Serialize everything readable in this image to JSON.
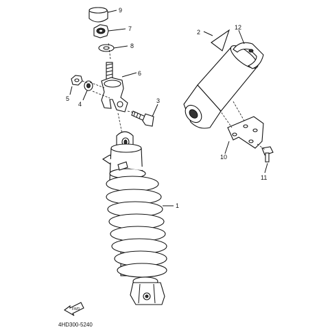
{
  "callouts": [
    {
      "id": "1",
      "label": "1"
    },
    {
      "id": "2",
      "label": "2"
    },
    {
      "id": "3",
      "label": "3"
    },
    {
      "id": "4",
      "label": "4"
    },
    {
      "id": "5",
      "label": "5"
    },
    {
      "id": "6",
      "label": "6"
    },
    {
      "id": "7",
      "label": "7"
    },
    {
      "id": "8",
      "label": "8"
    },
    {
      "id": "9",
      "label": "9"
    },
    {
      "id": "10",
      "label": "10"
    },
    {
      "id": "11",
      "label": "11"
    },
    {
      "id": "12",
      "label": "12"
    }
  ],
  "front_arrow_label": "FWD",
  "diagram_code": "4HD300-5240"
}
